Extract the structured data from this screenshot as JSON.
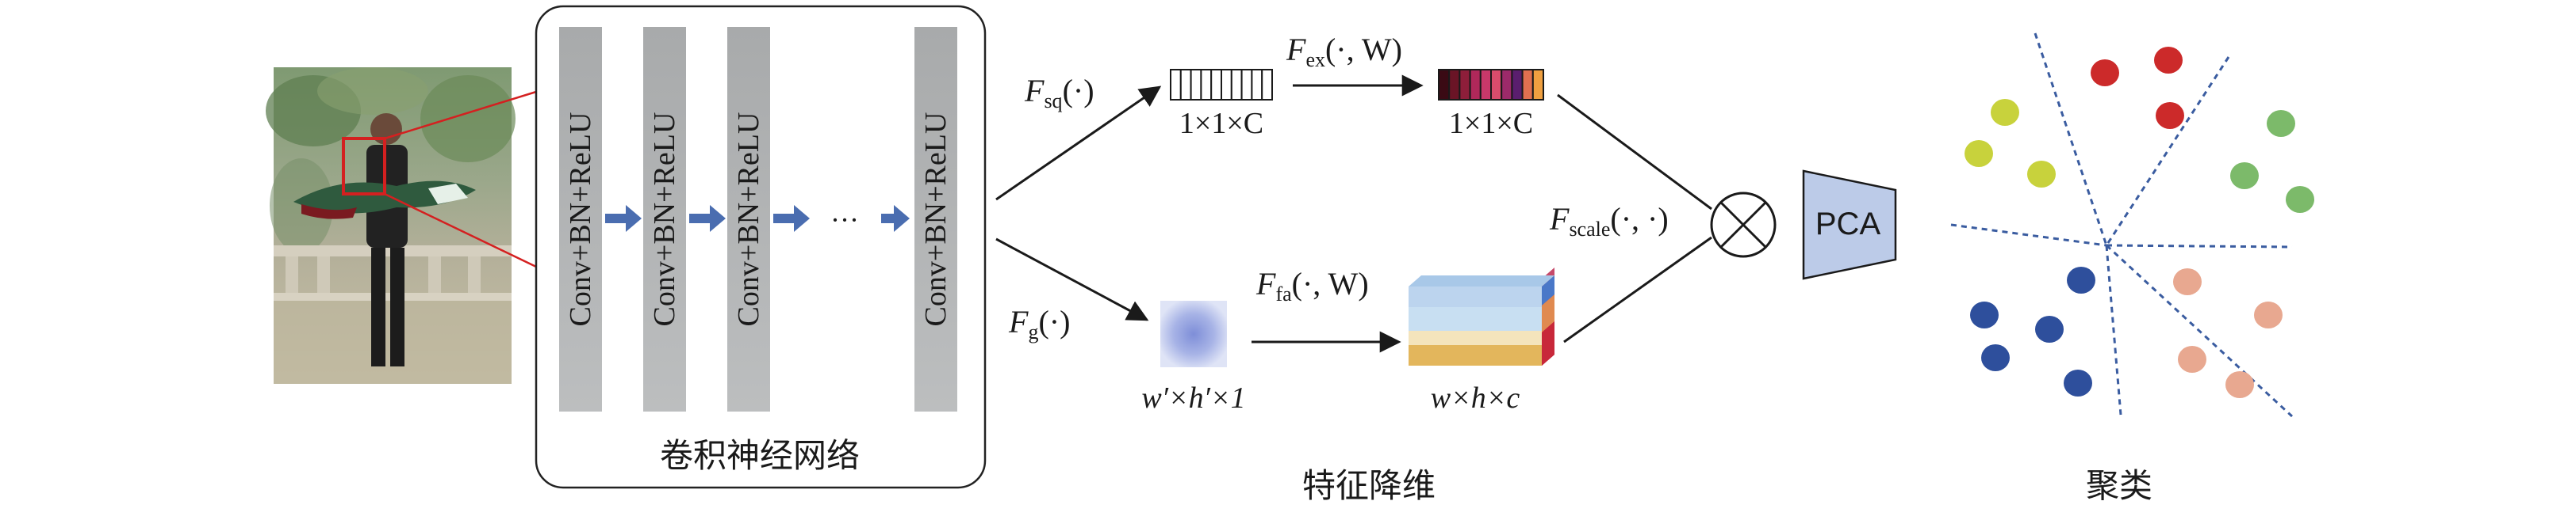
{
  "input_image": {
    "caption": ""
  },
  "cnn": {
    "layer_label": "Conv+BN+ReLU",
    "ellipsis": "···",
    "caption": "卷积神经网络"
  },
  "squeeze": {
    "func": "F",
    "sub": "sq",
    "args": "(·)",
    "dims": "1×1×C"
  },
  "excite": {
    "func": "F",
    "sub": "ex",
    "args": "(·, W)",
    "dims": "1×1×C",
    "colors": [
      "#3a0a14",
      "#6a1426",
      "#8e1e3a",
      "#b0285a",
      "#c8386a",
      "#d84c6c",
      "#9c2a6a",
      "#5a1e6e",
      "#e07050",
      "#f0a040"
    ]
  },
  "global": {
    "func": "F",
    "sub": "g",
    "args": "(·)",
    "dims": "w′×h′×1"
  },
  "fa": {
    "func": "F",
    "sub": "fa",
    "args": "(·, W)",
    "dims": "w×h×c"
  },
  "scale": {
    "func": "F",
    "sub": "scale",
    "args": "(·, ·)"
  },
  "pca": {
    "label": "PCA"
  },
  "feature_caption": "特征降维",
  "cluster": {
    "caption": "聚类",
    "groups": [
      {
        "color": "#c8d23c",
        "name": "yellow"
      },
      {
        "color": "#cc2a2a",
        "name": "red"
      },
      {
        "color": "#7cba6a",
        "name": "green"
      },
      {
        "color": "#2e4f9c",
        "name": "blue"
      },
      {
        "color": "#e8a890",
        "name": "salmon"
      }
    ]
  }
}
